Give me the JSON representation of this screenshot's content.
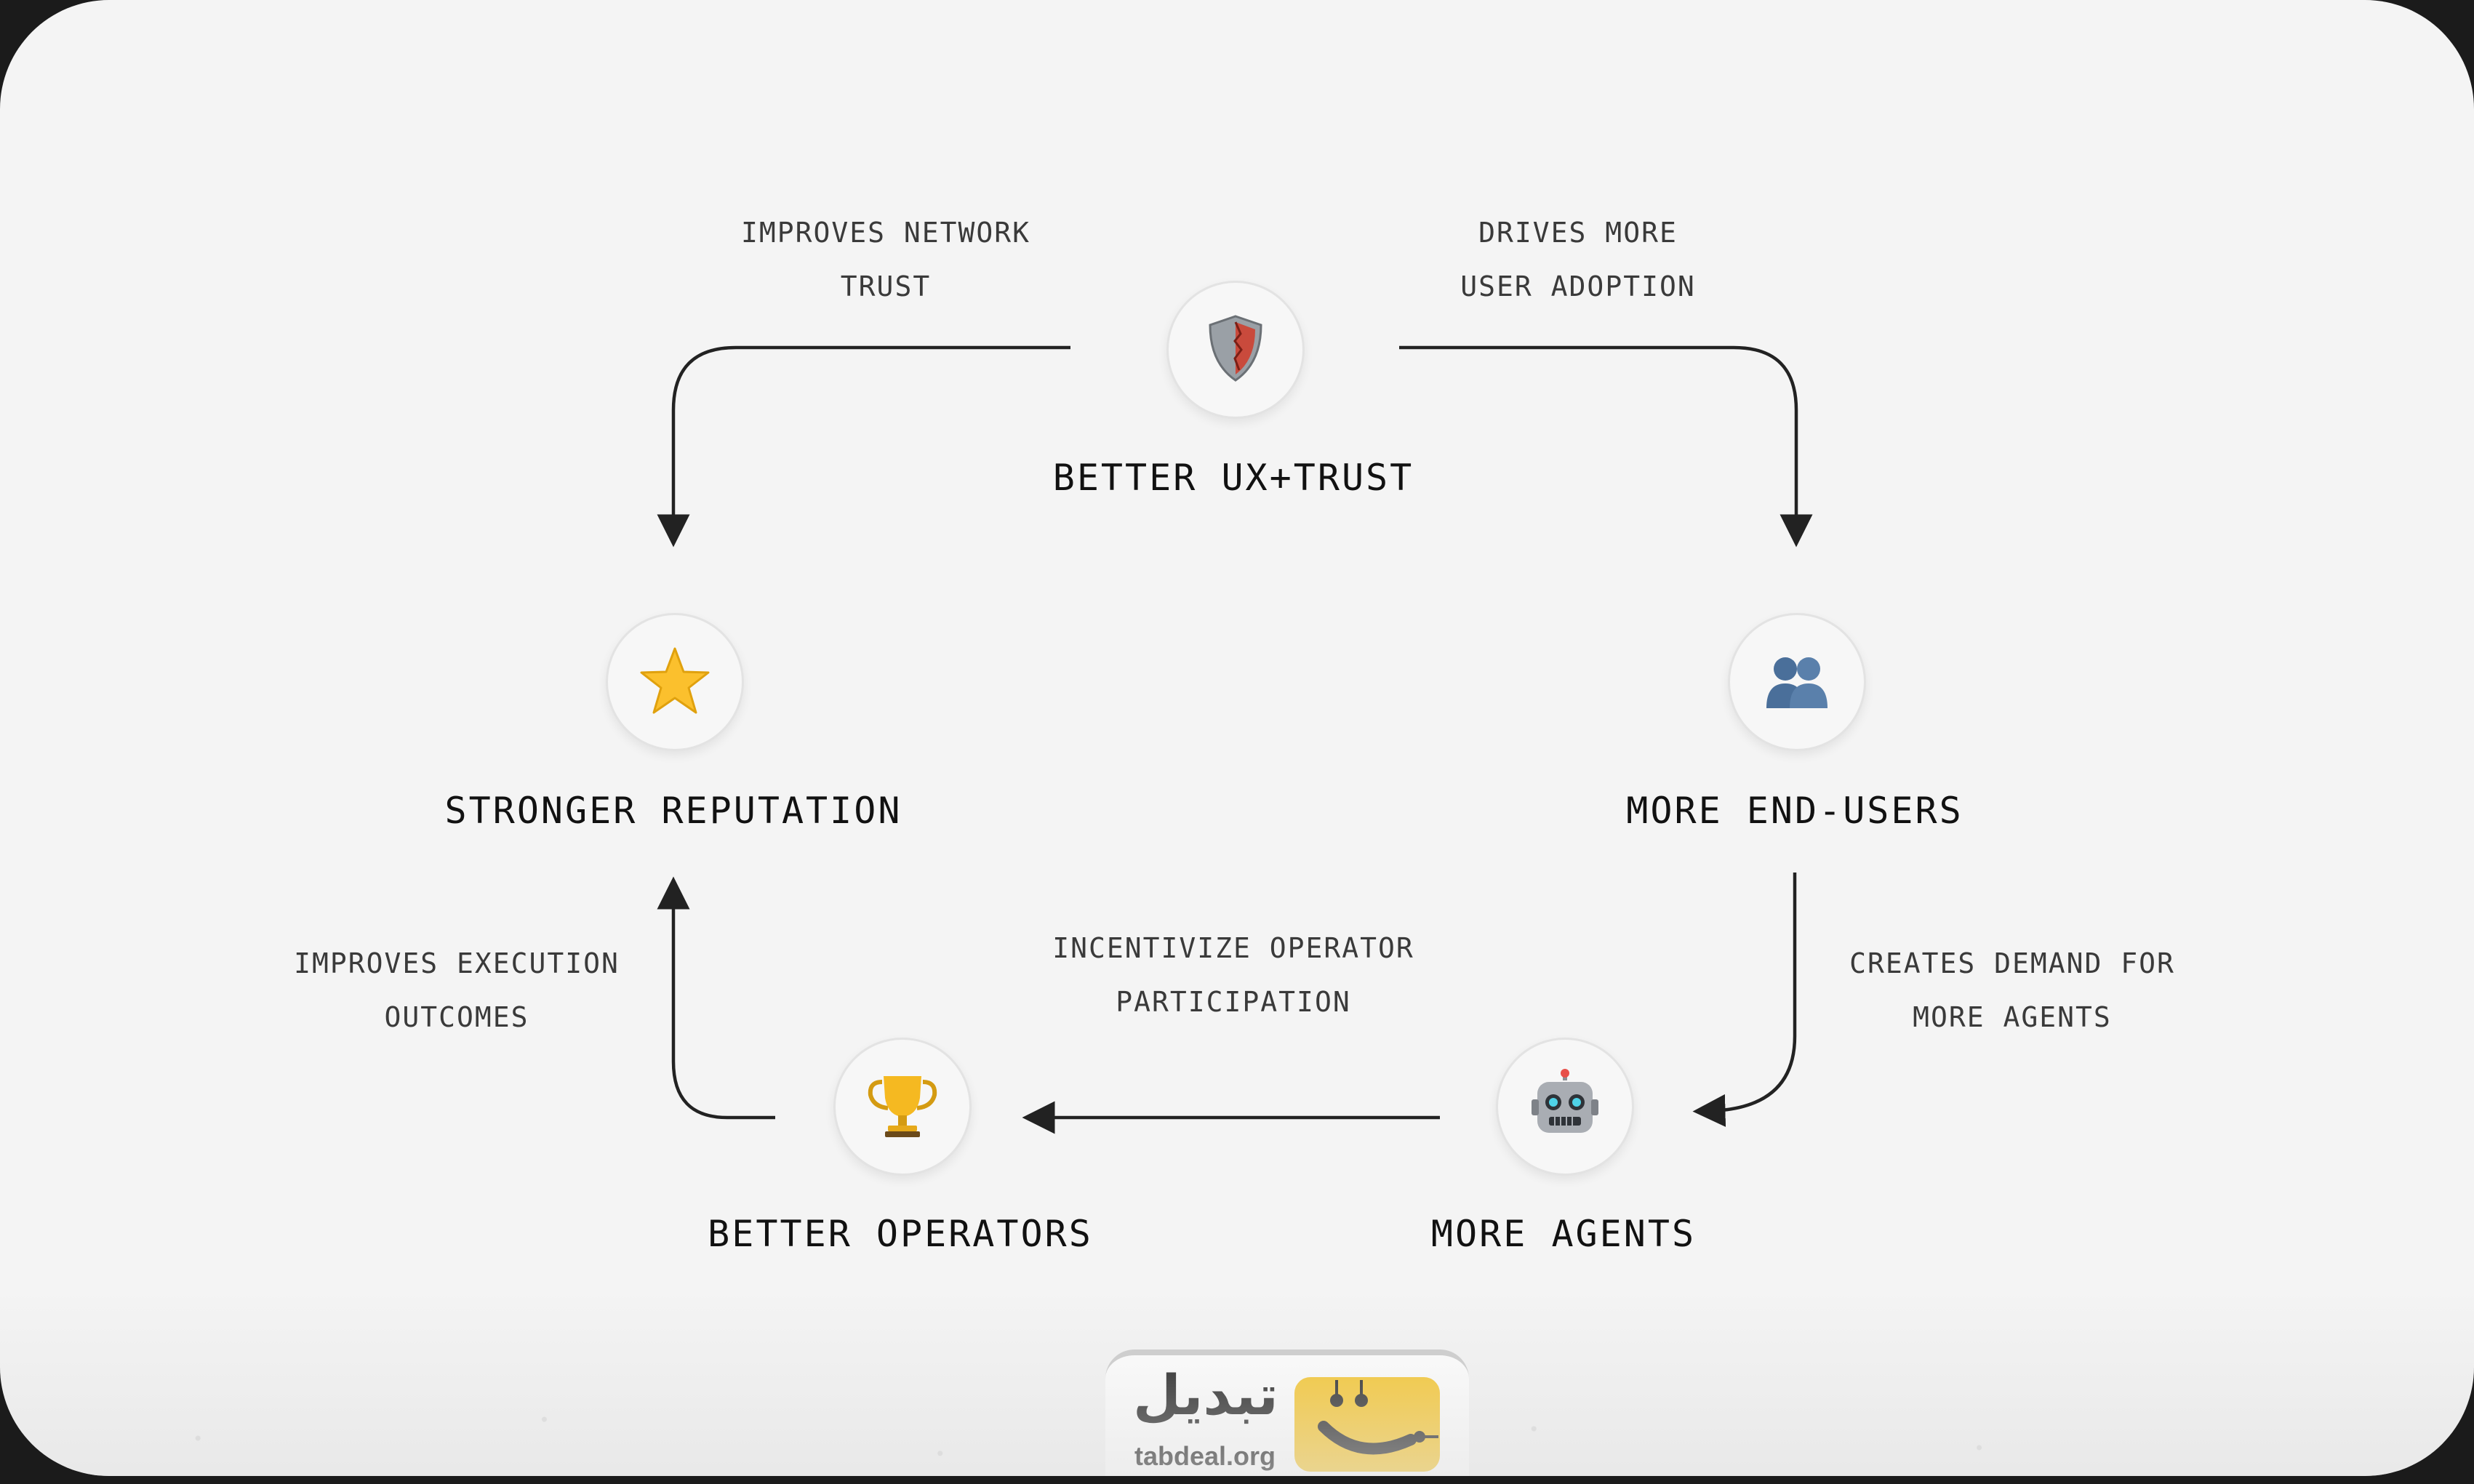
{
  "nodes": {
    "top": {
      "label": "BETTER UX+TRUST",
      "icon": "shield-icon"
    },
    "right": {
      "label": "MORE END-USERS",
      "icon": "users-icon"
    },
    "br": {
      "label": "MORE AGENTS",
      "icon": "robot-icon"
    },
    "bl": {
      "label": "BETTER OPERATORS",
      "icon": "trophy-icon"
    },
    "left": {
      "label": "STRONGER REPUTATION",
      "icon": "star-icon"
    }
  },
  "edges": {
    "top_left": [
      "IMPROVES NETWORK",
      "TRUST"
    ],
    "top_right": [
      "DRIVES MORE",
      "USER ADOPTION"
    ],
    "right": [
      "CREATES DEMAND FOR",
      "MORE AGENTS"
    ],
    "bottom": [
      "INCENTIVIZE OPERATOR",
      "PARTICIPATION"
    ],
    "left": [
      "IMPROVES EXECUTION",
      "OUTCOMES"
    ]
  },
  "logo": {
    "fa": "تبدیل",
    "en": "tabdeal.org"
  },
  "colors": {
    "background": "#f4f4f4",
    "line": "#222222",
    "logo_yellow": "#f7c21a"
  }
}
